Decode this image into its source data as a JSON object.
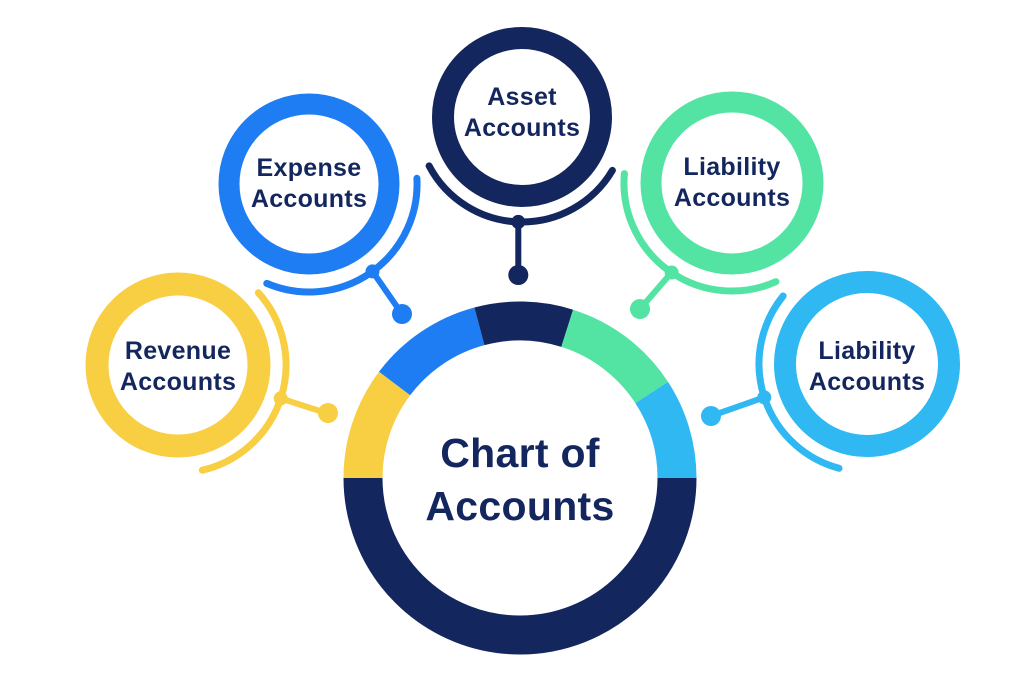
{
  "diagram_title": "Chart of Accounts",
  "colors": {
    "navy": "#14265E",
    "blue": "#1E7DF2",
    "yellow": "#F8CE43",
    "green": "#53E4A3",
    "cyan": "#2FB8F2",
    "label_text": "#14265E",
    "background": "#FFFFFF"
  },
  "hub": {
    "label_line1": "Chart of",
    "label_line2": "Accounts"
  },
  "nodes": {
    "revenue": {
      "line1": "Revenue",
      "line2": "Accounts",
      "color": "#F8CE43"
    },
    "expense": {
      "line1": "Expense",
      "line2": "Accounts",
      "color": "#1E7DF2"
    },
    "asset": {
      "line1": "Asset",
      "line2": "Accounts",
      "color": "#14265E"
    },
    "liability_green": {
      "line1": "Liability",
      "line2": "Accounts",
      "color": "#53E4A3"
    },
    "liability_cyan": {
      "line1": "Liability",
      "line2": "Accounts",
      "color": "#2FB8F2"
    }
  }
}
